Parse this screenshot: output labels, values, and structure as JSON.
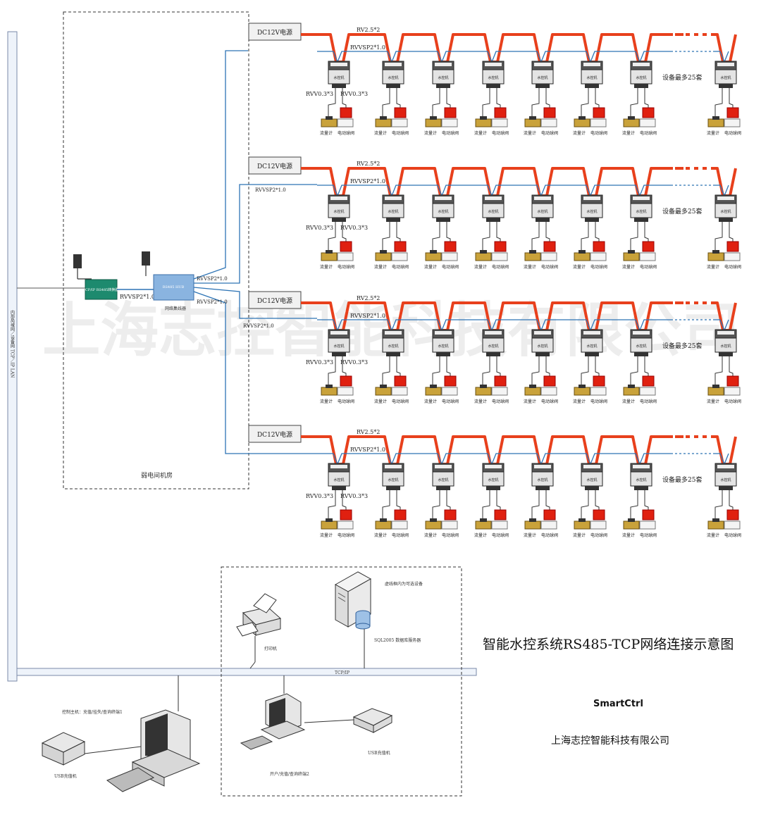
{
  "title": "智能水控系统RS485-TCP网络连接示意图",
  "brand": "SmartCtrl",
  "company": "上海志控智能科技有限公司",
  "watermark": "上海志控智能科技有限公司",
  "lan_label": "内部局域网／设备网 TCP／IP LAN",
  "weak_room_label": "弱电间机房",
  "tcpip_label": "TCP/IP",
  "converter": {
    "label": "TCP/IP RS485转换器",
    "cable": "RVVSP2*1.0"
  },
  "hub": {
    "label": "RS485 HUB",
    "caption": "网络集线器",
    "branch_cables": [
      "RVVSP2*1.0",
      "RVVSP2*1.0",
      "RVVSP2*1.0",
      "RVVSP2*1.0"
    ]
  },
  "rows": [
    {
      "power": "DC12V电源",
      "power_cable": "RV2.5*2",
      "bus_cable": "RVVSP2*1.0",
      "sensor_cable_a": "RVV0.3*3",
      "sensor_cable_b": "RVV0.3*3",
      "max_note": "设备最多25套"
    },
    {
      "power": "DC12V电源",
      "power_cable": "RV2.5*2",
      "bus_cable": "RVVSP2*1.0",
      "sensor_cable_a": "RVV0.3*3",
      "sensor_cable_b": "RVV0.3*3",
      "max_note": "设备最多25套"
    },
    {
      "power": "DC12V电源",
      "power_cable": "RV2.5*2",
      "bus_cable": "RVVSP2*1.0",
      "sensor_cable_a": "RVV0.3*3",
      "sensor_cable_b": "RVV0.3*3",
      "max_note": "设备最多25套"
    },
    {
      "power": "DC12V电源",
      "power_cable": "RV2.5*2",
      "bus_cable": "RVVSP2*1.0",
      "sensor_cable_a": "RVV0.3*3",
      "sensor_cable_b": "RVV0.3*3",
      "max_note": "设备最多25套"
    }
  ],
  "unit": {
    "controller": "水控机",
    "flowmeter": "流量计",
    "valve": "电动球阀"
  },
  "lower": {
    "server_note": "虚线框内为可选设备",
    "server_label": "SQL2005 数据库服务器",
    "printer_label": "打印机",
    "host_label": "控制主机：充值/挂失/查询终端1",
    "usb_left": "USB充值机",
    "usb_right": "USB充值机",
    "pc2_label": "开户/充值/查询终端2"
  },
  "colors": {
    "power_wire": "#e8401c",
    "bus_wire": "#2e74b5",
    "valve_red": "#e02010",
    "converter_green": "#1d8a6e",
    "hub_blue": "#8ab4e0"
  }
}
